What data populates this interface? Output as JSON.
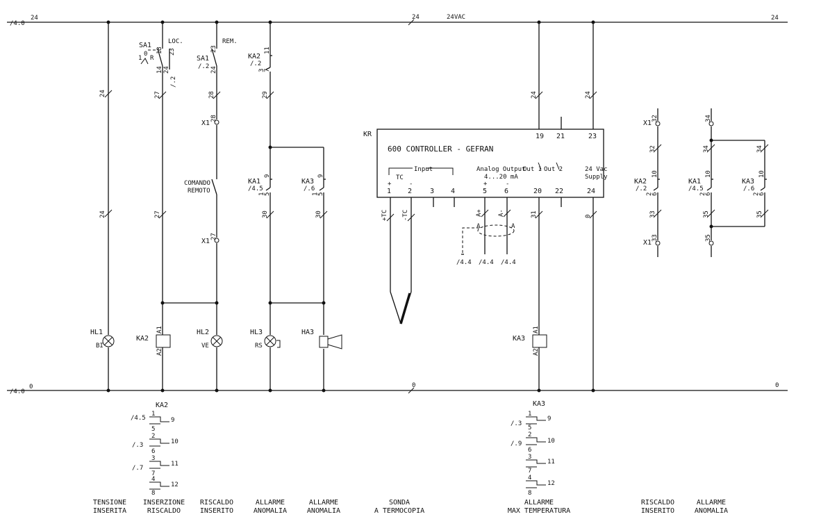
{
  "rails": {
    "top_left_ref": "/4.0",
    "top_left_num": "24",
    "top_mid_num": "24",
    "top_supply": "24VAC",
    "top_right_num": "24",
    "bot_left_ref": "/4.0",
    "bot_left_num": "0",
    "bot_mid_num": "0",
    "bot_right_num": "0"
  },
  "col_hl1": {
    "wire1": "24",
    "wire2": "24",
    "tag": "HL1",
    "color": "BI"
  },
  "col_ka2": {
    "sw_tag": "SA1",
    "sw_ref": "LOC.",
    "sw_pos0": "0",
    "sw_pos1": "1",
    "sw_pos2": "R",
    "sw_t13": "13",
    "sw_t14": "14",
    "sw_t24": "24",
    "sw_t23": "23",
    "sw_ref2": "/.2",
    "wire1": "27",
    "wire2": "27",
    "coil": "KA2",
    "a1": "A1",
    "a2": "A2"
  },
  "col_hl2": {
    "sw_tag": "SA1",
    "sw_sub": "/.2",
    "sw_ref": "REM.",
    "t23": "23",
    "t24": "24",
    "wire1": "28",
    "x1a": "X1",
    "x1a_t": "28",
    "remote1": "COMANDO",
    "remote2": "REMOTO",
    "x1b": "X1",
    "x1b_t": "27",
    "tag": "HL2",
    "color": "VE"
  },
  "col_hl3": {
    "ka2": "KA2",
    "ka2_ref": "/.2",
    "t11": "11",
    "t7": "7",
    "t3": "3",
    "wire1": "29",
    "ka1": "KA1",
    "ka1_ref": "/4.5",
    "t9": "9",
    "t5": "5",
    "t1": "1",
    "wire2": "30",
    "tag": "HL3",
    "color": "RS"
  },
  "col_ha3": {
    "ka3": "KA3",
    "ka3_ref": "/.6",
    "t9": "9",
    "t5": "5",
    "t1": "1",
    "wire": "30",
    "tag": "HA3"
  },
  "controller": {
    "tag": "KR",
    "title": "600 CONTROLLER - GEFRAN",
    "input_group": "Input",
    "tc_label": "TC",
    "analog_group": "Analog Output",
    "analog_range": "4...20 mA",
    "out1": "Out 1",
    "out2": "Out 2",
    "supply1": "24 Vac",
    "supply2": "Supply",
    "top_terms": [
      "19",
      "21",
      "23"
    ],
    "bottom_terms": [
      "1",
      "2",
      "3",
      "4",
      "5",
      "6",
      "20",
      "22",
      "24"
    ],
    "plus1": "+",
    "minus2": "-",
    "plus5": "+",
    "minus6": "-",
    "w_tc_pos": "+TC",
    "w_tc_neg": "-TC",
    "w_a_pos": "A+",
    "w_a_neg": "A-",
    "shield_a": "A",
    "shield_b": "A",
    "ref1": "/4.4",
    "ref2": "/4.4",
    "ref3": "/4.4",
    "w19": "24",
    "w23": "24",
    "w20": "31",
    "w24": "0"
  },
  "col_ka3": {
    "coil": "KA3",
    "a1": "A1",
    "a2": "A2"
  },
  "col_riscaldo2": {
    "x1a": "X1",
    "x1a_t": "32",
    "wire1": "32",
    "ka2": "KA2",
    "ka2_ref": "/.2",
    "t10": "10",
    "t6": "6",
    "t2": "2",
    "wire2": "33",
    "x1b": "X1",
    "x1b_t": "33"
  },
  "col_allarme3": {
    "w_top": "34",
    "w2": "34",
    "w3": "34",
    "ka1": "KA1",
    "ka1_ref": "/4.5",
    "ka1_t10": "10",
    "ka1_t6": "6",
    "ka1_t2": "2",
    "ka3": "KA3",
    "ka3_ref": "/.6",
    "ka3_t10": "10",
    "ka3_t6": "6",
    "ka3_t2": "2",
    "w35a": "35",
    "w35b": "35",
    "w35c": "35"
  },
  "ka2_table": {
    "title": "KA2",
    "rows": [
      {
        "ref": "/4.5",
        "a": "1",
        "b": "5",
        "c": "9"
      },
      {
        "ref": "/.3",
        "a": "2",
        "b": "6",
        "c": "10"
      },
      {
        "ref": "/.7",
        "a": "3",
        "b": "7",
        "c": "11"
      },
      {
        "ref": "",
        "a": "4",
        "b": "8",
        "c": "12"
      }
    ]
  },
  "ka3_table": {
    "title": "KA3",
    "rows": [
      {
        "ref": "/.3",
        "a": "1",
        "b": "5",
        "c": "9"
      },
      {
        "ref": "/.9",
        "a": "2",
        "b": "6",
        "c": "10"
      },
      {
        "ref": "",
        "a": "3",
        "b": "7",
        "c": "11"
      },
      {
        "ref": "",
        "a": "4",
        "b": "8",
        "c": "12"
      }
    ]
  },
  "footer": [
    {
      "line1": "TENSIONE",
      "line2": "INSERITA"
    },
    {
      "line1": "INSERZIONE",
      "line2": "RISCALDO"
    },
    {
      "line1": "RISCALDO",
      "line2": "INSERITO"
    },
    {
      "line1": "ALLARME",
      "line2": "ANOMALIA"
    },
    {
      "line1": "ALLARME",
      "line2": "ANOMALIA"
    },
    {
      "line1": "SONDA",
      "line2": "A TERMOCOPIA"
    },
    {
      "line1": "ALLARME",
      "line2": "MAX TEMPERATURA"
    },
    {
      "line1": "RISCALDO",
      "line2": "INSERITO"
    },
    {
      "line1": "ALLARME",
      "line2": "ANOMALIA"
    }
  ]
}
